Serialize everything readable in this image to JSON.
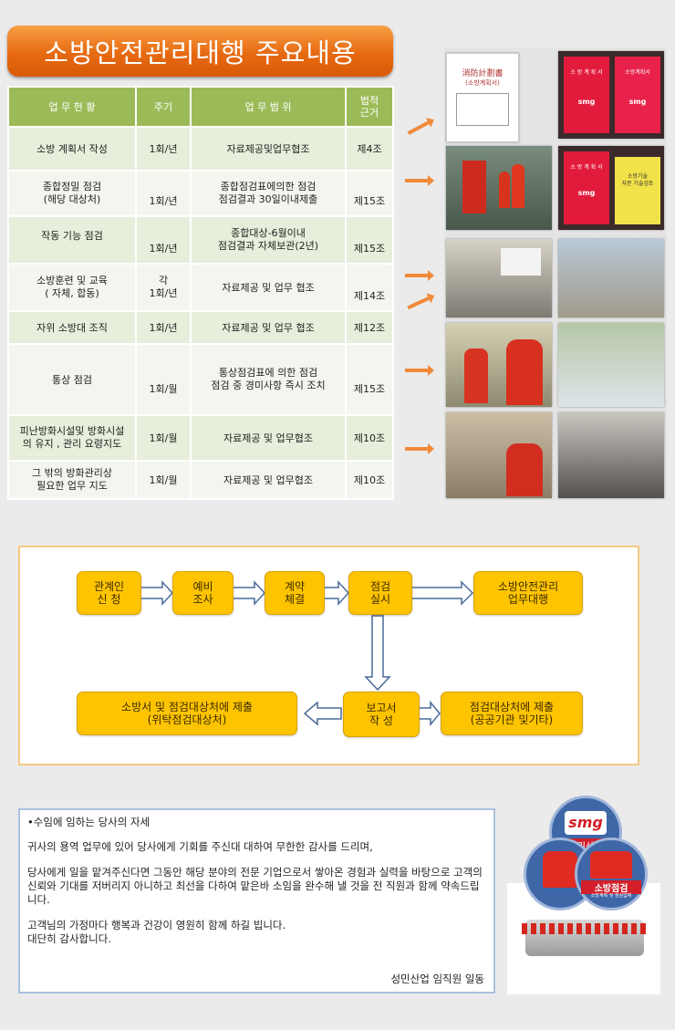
{
  "title": "소방안전관리대행 주요내용",
  "table": {
    "headers": [
      "업 무 현 황",
      "주기",
      "업 무 범 위",
      "법적\n근거"
    ],
    "rows": [
      {
        "task": "소방 계획서 작성",
        "cycle": "1회/년",
        "scope": "자료제공및업무협조",
        "law": "제4조"
      },
      {
        "task": "종합정밀 점검\n(해당 대상처)",
        "cycle": "1회/년",
        "scope": "종합점검표에의한 점검\n점검결과 30일이내제출",
        "law": "제15조"
      },
      {
        "task": "작동 기능 점검",
        "cycle": "1회/년",
        "scope": "종합대상-6월이내\n점검결과 자체보관(2년)",
        "law": "제15조"
      },
      {
        "task": "소방훈련 및 교육\n( 자체, 합동)",
        "cycle": "각\n1회/년",
        "scope": "자료제공 및 업무 협조",
        "law": "제14조"
      },
      {
        "task": "자위 소방대 조직",
        "cycle": "1회/년",
        "scope": "자료제공 및 업무 협조",
        "law": "제12조"
      },
      {
        "task": "통상 점검",
        "cycle": "1회/월",
        "scope": "통상점검표에 의한 점검\n점검 중 경미사항 즉시 조치",
        "law": "제15조"
      },
      {
        "task": "피난방화시설및 방화시설\n의 유지 , 관리 요령지도",
        "cycle": "1회/월",
        "scope": "자료제공 및 업무협조",
        "law": "제10조"
      },
      {
        "task": "그 밖의 방화관리상\n필요한 업무 지도",
        "cycle": "1회/월",
        "scope": "자료제공 및 업무협조",
        "law": "제10조"
      }
    ]
  },
  "photos": {
    "doc_title": "消防計劃書",
    "doc_subtitle": "(소방계획서)",
    "binder_label1": "소 방 계 획 서",
    "binder_label2": "소방계획서",
    "binder_label3": "소방기술\n자문 기술검토",
    "logo_text": "smg"
  },
  "flow": {
    "step1": "관계인\n신 청",
    "step2": "예비\n조사",
    "step3": "계약\n체결",
    "step4": "점검\n실시",
    "step5": "소방안전관리\n업무대행",
    "step6": "보고서\n작 성",
    "step7": "소방서 및 점검대상처에 제출\n(위탁점검대상처)",
    "step8": "점검대상처에 제출\n(공공기관 및기타)"
  },
  "message": {
    "heading": "•수임에 임하는 당사의 자세",
    "p1": "귀사의  용역 업무에 있어  당사에게 기회를 주신대  대하여 무한한 감사를 드리며,",
    "p2": "당사에게 일을 맡겨주신다면 그동안 해당 분야의 전문 기업으로서 쌓아온 경험과 실력을 바탕으로 고객의 신뢰와 기대를 저버리지 아니하고 최선을 다하여 맡은바 소임을 완수해 낼 것을 전 직원과 함께 약속드립니다.",
    "p3": "고객님의 가정마다 행복과 건강이 영원히 함께 하길 빕니다.\n대단히 감사합니다.",
    "sign": "성민산업 임직원 일동"
  },
  "brand": {
    "logo": "smg",
    "company": "성민산업",
    "badge": "소방점검",
    "badge_sub": "소방계획 및 점검업체"
  }
}
